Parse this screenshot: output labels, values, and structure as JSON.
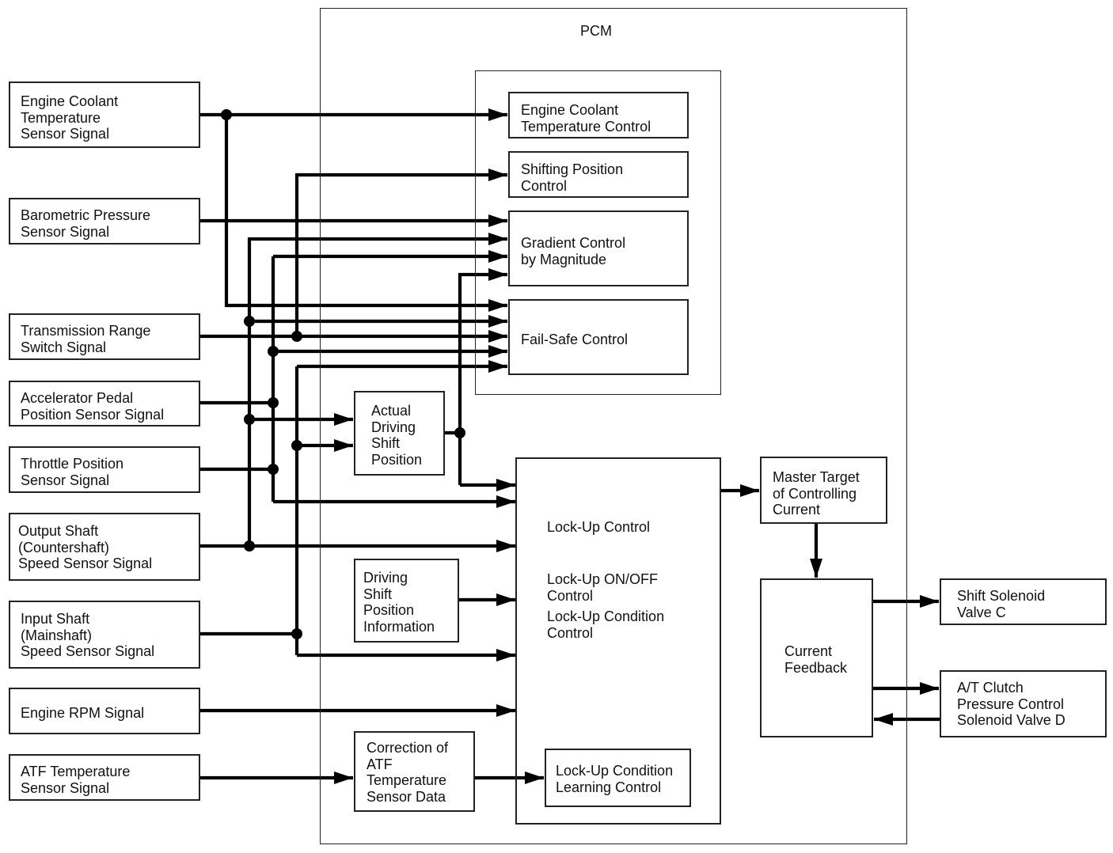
{
  "diagram": {
    "container_title": "PCM",
    "inputs": [
      {
        "id": "ect",
        "label": "Engine Coolant\nTemperature\nSensor Signal"
      },
      {
        "id": "baro",
        "label": "Barometric Pressure\nSensor Signal"
      },
      {
        "id": "trs",
        "label": "Transmission Range\nSwitch Signal"
      },
      {
        "id": "app",
        "label": "Accelerator Pedal\nPosition Sensor Signal"
      },
      {
        "id": "tps",
        "label": "Throttle Position\nSensor Signal"
      },
      {
        "id": "oss",
        "label": "Output Shaft\n(Countershaft)\nSpeed Sensor Signal"
      },
      {
        "id": "iss",
        "label": "Input Shaft\n(Mainshaft)\nSpeed Sensor Signal"
      },
      {
        "id": "rpm",
        "label": "Engine RPM Signal"
      },
      {
        "id": "atf",
        "label": "ATF Temperature\nSensor Signal"
      }
    ],
    "controls": [
      {
        "id": "ect_ctrl",
        "label": "Engine Coolant\nTemperature Control"
      },
      {
        "id": "shift_pos_ctrl",
        "label": "Shifting Position\nControl"
      },
      {
        "id": "gradient_ctrl",
        "label": "Gradient Control\nby Magnitude"
      },
      {
        "id": "failsafe_ctrl",
        "label": "Fail-Safe Control"
      }
    ],
    "internal": [
      {
        "id": "actual_driving",
        "label": "Actual\nDriving\nShift\nPosition"
      },
      {
        "id": "driving_info",
        "label": "Driving\nShift\nPosition\nInformation"
      },
      {
        "id": "atf_correction",
        "label": "Correction of\nATF\nTemperature\nSensor Data"
      },
      {
        "id": "lockup_learning",
        "label": "Lock-Up Condition\nLearning Control"
      },
      {
        "id": "master_target",
        "label": "Master Target\nof Controlling\nCurrent"
      },
      {
        "id": "current_feedback",
        "label": "Current\nFeedback"
      }
    ],
    "lockup": {
      "title": "Lock-Up Control",
      "onoff": "Lock-Up ON/OFF\nControl",
      "condition": "Lock-Up Condition\nControl"
    },
    "outputs": [
      {
        "id": "ssv_c",
        "label": "Shift Solenoid\nValve C"
      },
      {
        "id": "atc_d",
        "label": "A/T Clutch\nPressure Control\nSolenoid Valve D"
      }
    ],
    "connections": [
      {
        "from": "ect",
        "to": [
          "ect_ctrl",
          "failsafe_ctrl"
        ]
      },
      {
        "from": "baro",
        "to": [
          "gradient_ctrl"
        ]
      },
      {
        "from": "trs",
        "to": [
          "failsafe_ctrl",
          "shift_pos_ctrl"
        ]
      },
      {
        "from": "app",
        "to": [
          "failsafe_ctrl",
          "gradient_ctrl",
          "lockup_control"
        ]
      },
      {
        "from": "tps",
        "to": [
          "failsafe_ctrl",
          "gradient_ctrl",
          "lockup_control"
        ]
      },
      {
        "from": "oss",
        "to": [
          "lockup_control",
          "actual_driving",
          "failsafe_ctrl",
          "gradient_ctrl"
        ]
      },
      {
        "from": "iss",
        "to": [
          "lockup_control",
          "actual_driving",
          "failsafe_ctrl"
        ]
      },
      {
        "from": "actual_driving",
        "to": [
          "gradient_ctrl",
          "lockup_control"
        ]
      },
      {
        "from": "driving_info",
        "to": [
          "lockup_control"
        ]
      },
      {
        "from": "rpm",
        "to": [
          "lockup_control"
        ]
      },
      {
        "from": "atf",
        "to": [
          "atf_correction"
        ]
      },
      {
        "from": "atf_correction",
        "to": [
          "lockup_learning"
        ]
      },
      {
        "from": "lockup_control",
        "to": [
          "master_target"
        ]
      },
      {
        "from": "master_target",
        "to": [
          "current_feedback"
        ]
      },
      {
        "from": "current_feedback",
        "to": [
          "ssv_c",
          "atc_d"
        ]
      },
      {
        "from": "atc_d",
        "to": [
          "current_feedback"
        ]
      }
    ]
  }
}
